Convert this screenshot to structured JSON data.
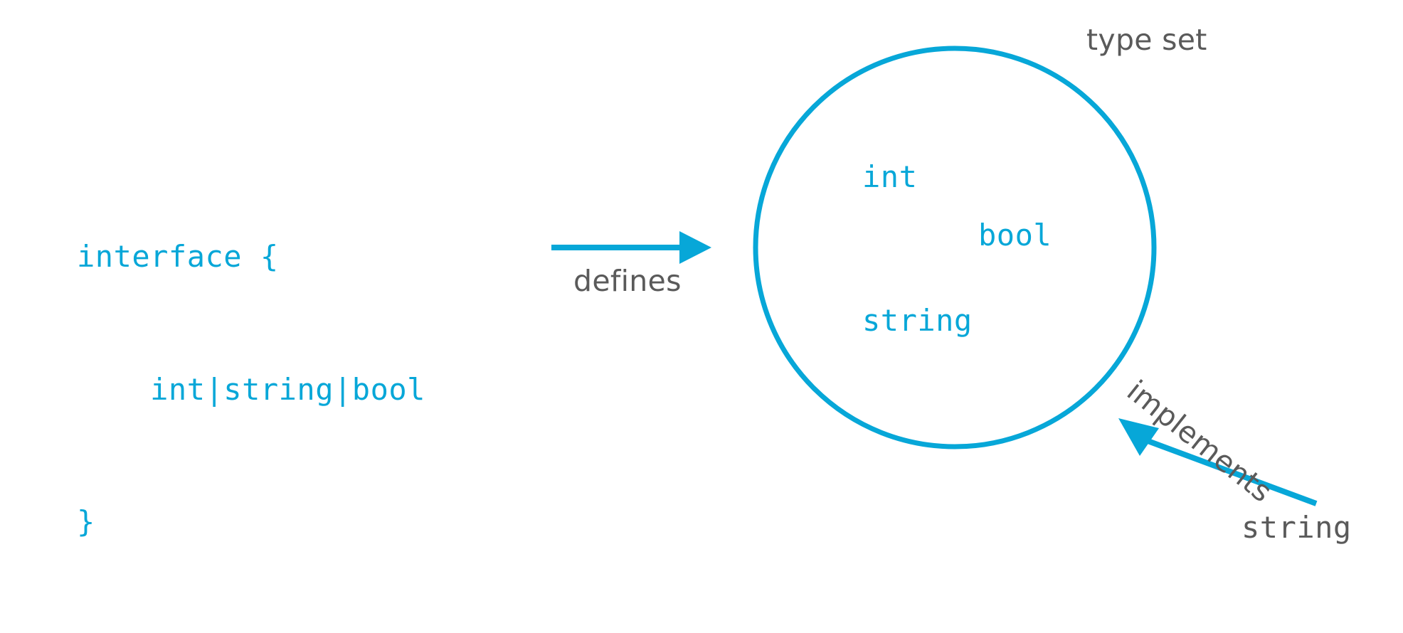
{
  "diagram": {
    "title": "Go interface type set diagram",
    "background_color": "#ffffff",
    "accent_color": "#07a7d8",
    "label_color": "#5a5a5a",
    "code": {
      "line1": "interface {",
      "line2": "    int|string|bool",
      "line3": "}"
    },
    "arrows": {
      "defines": {
        "label": "defines",
        "direction": "right",
        "from": "interface-code-block",
        "to": "type-set-circle"
      },
      "implements": {
        "label": "implements",
        "direction": "up-left",
        "from": "string-type-label",
        "to": "type-set-circle"
      }
    },
    "type_set": {
      "label": "type set",
      "members": [
        {
          "name": "int"
        },
        {
          "name": "bool"
        },
        {
          "name": "string"
        }
      ]
    },
    "implementing_type": {
      "name": "string"
    }
  }
}
